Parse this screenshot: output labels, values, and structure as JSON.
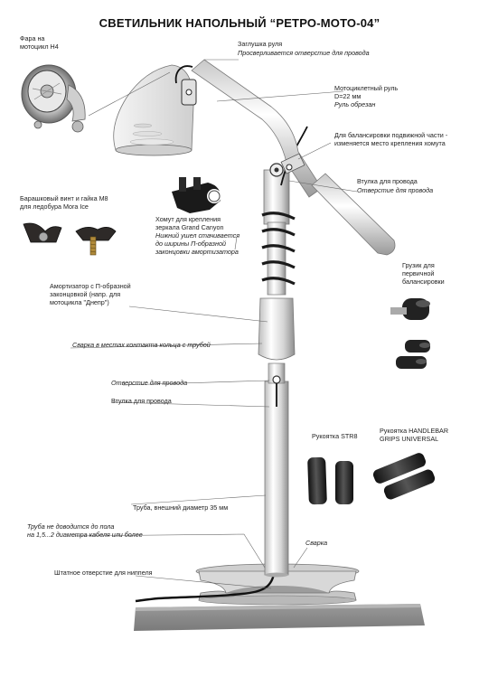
{
  "title": "СВЕТИЛЬНИК НАПОЛЬНЫЙ “РЕТРО-МОТО-04”",
  "labels": {
    "headlight": [
      "Фара на",
      "мотоцикл Н4"
    ],
    "plug": "Заглушка руля",
    "plug_note": "Просверливается отверстие для провода",
    "handlebar": [
      "Мотоциклетный руль",
      "D=22 мм"
    ],
    "handlebar_note": "Руль обрезан",
    "balance": [
      "Для балансировки подвижной части -",
      "изменяется место крепления хомута"
    ],
    "sleeve_top": "Втулка для провода",
    "sleeve_top_note": "Отверстие  для провода",
    "wing_screw": [
      "Барашковый винт и гайка М8",
      "для ледобура Mora Ice"
    ],
    "clamp": [
      "Хомут для крепления",
      "зеркала Grand Canyon"
    ],
    "clamp_note": [
      "Нижний ушел стачивается",
      "до ширины П-образной",
      "законцовки амортизатора"
    ],
    "weight": [
      "Грузик для",
      "первичной",
      "балансировки"
    ],
    "shock": [
      "Амортизатор с П-образной",
      "законцовкой (напр. для",
      "мотоцикла \"Днепр\")"
    ],
    "weld_ring": "Сварка в местах контакта кольца с трубой",
    "hole": "Отверстие  для провода",
    "sleeve": "Втулка для провода",
    "grip_str8": "Рукоятка STR8",
    "grip_universal": [
      "Рукоятка HANDLEBAR",
      "GRIPS UNIVERSAL"
    ],
    "tube": "Труба, внешний диаметр 35 мм",
    "tube_note": [
      "Труба не доводится до пола",
      "на 1,5...2 диаметра кабеля или более"
    ],
    "weld": "Сварка",
    "nipple": "Штатное отверстие для ниппеля"
  }
}
